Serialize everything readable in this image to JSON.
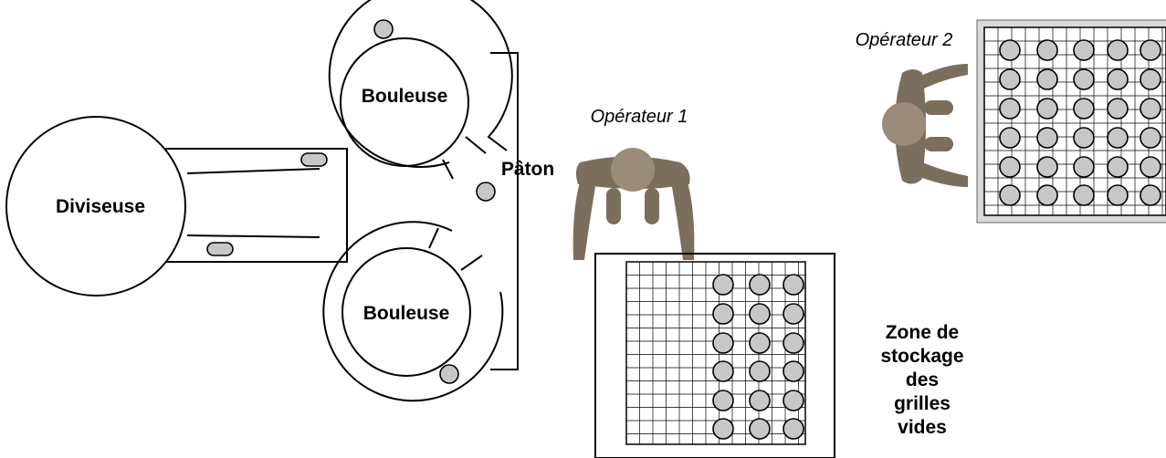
{
  "labels": {
    "diviseuse": "Diviseuse",
    "bouleuse_top": "Bouleuse",
    "bouleuse_bottom": "Bouleuse",
    "paton": "Pâton",
    "operateur1": "Opérateur 1",
    "operateur2": "Opérateur 2",
    "zone_lines": [
      "Zone de",
      "stockage",
      "des",
      "grilles",
      "vides"
    ]
  },
  "colors": {
    "dough": "#c7c7c7",
    "operator": "#7b6e5c",
    "line": "#000000"
  },
  "icons": {
    "operator": "person-top-view-icon",
    "dough_piece": "dough-ball-icon"
  }
}
